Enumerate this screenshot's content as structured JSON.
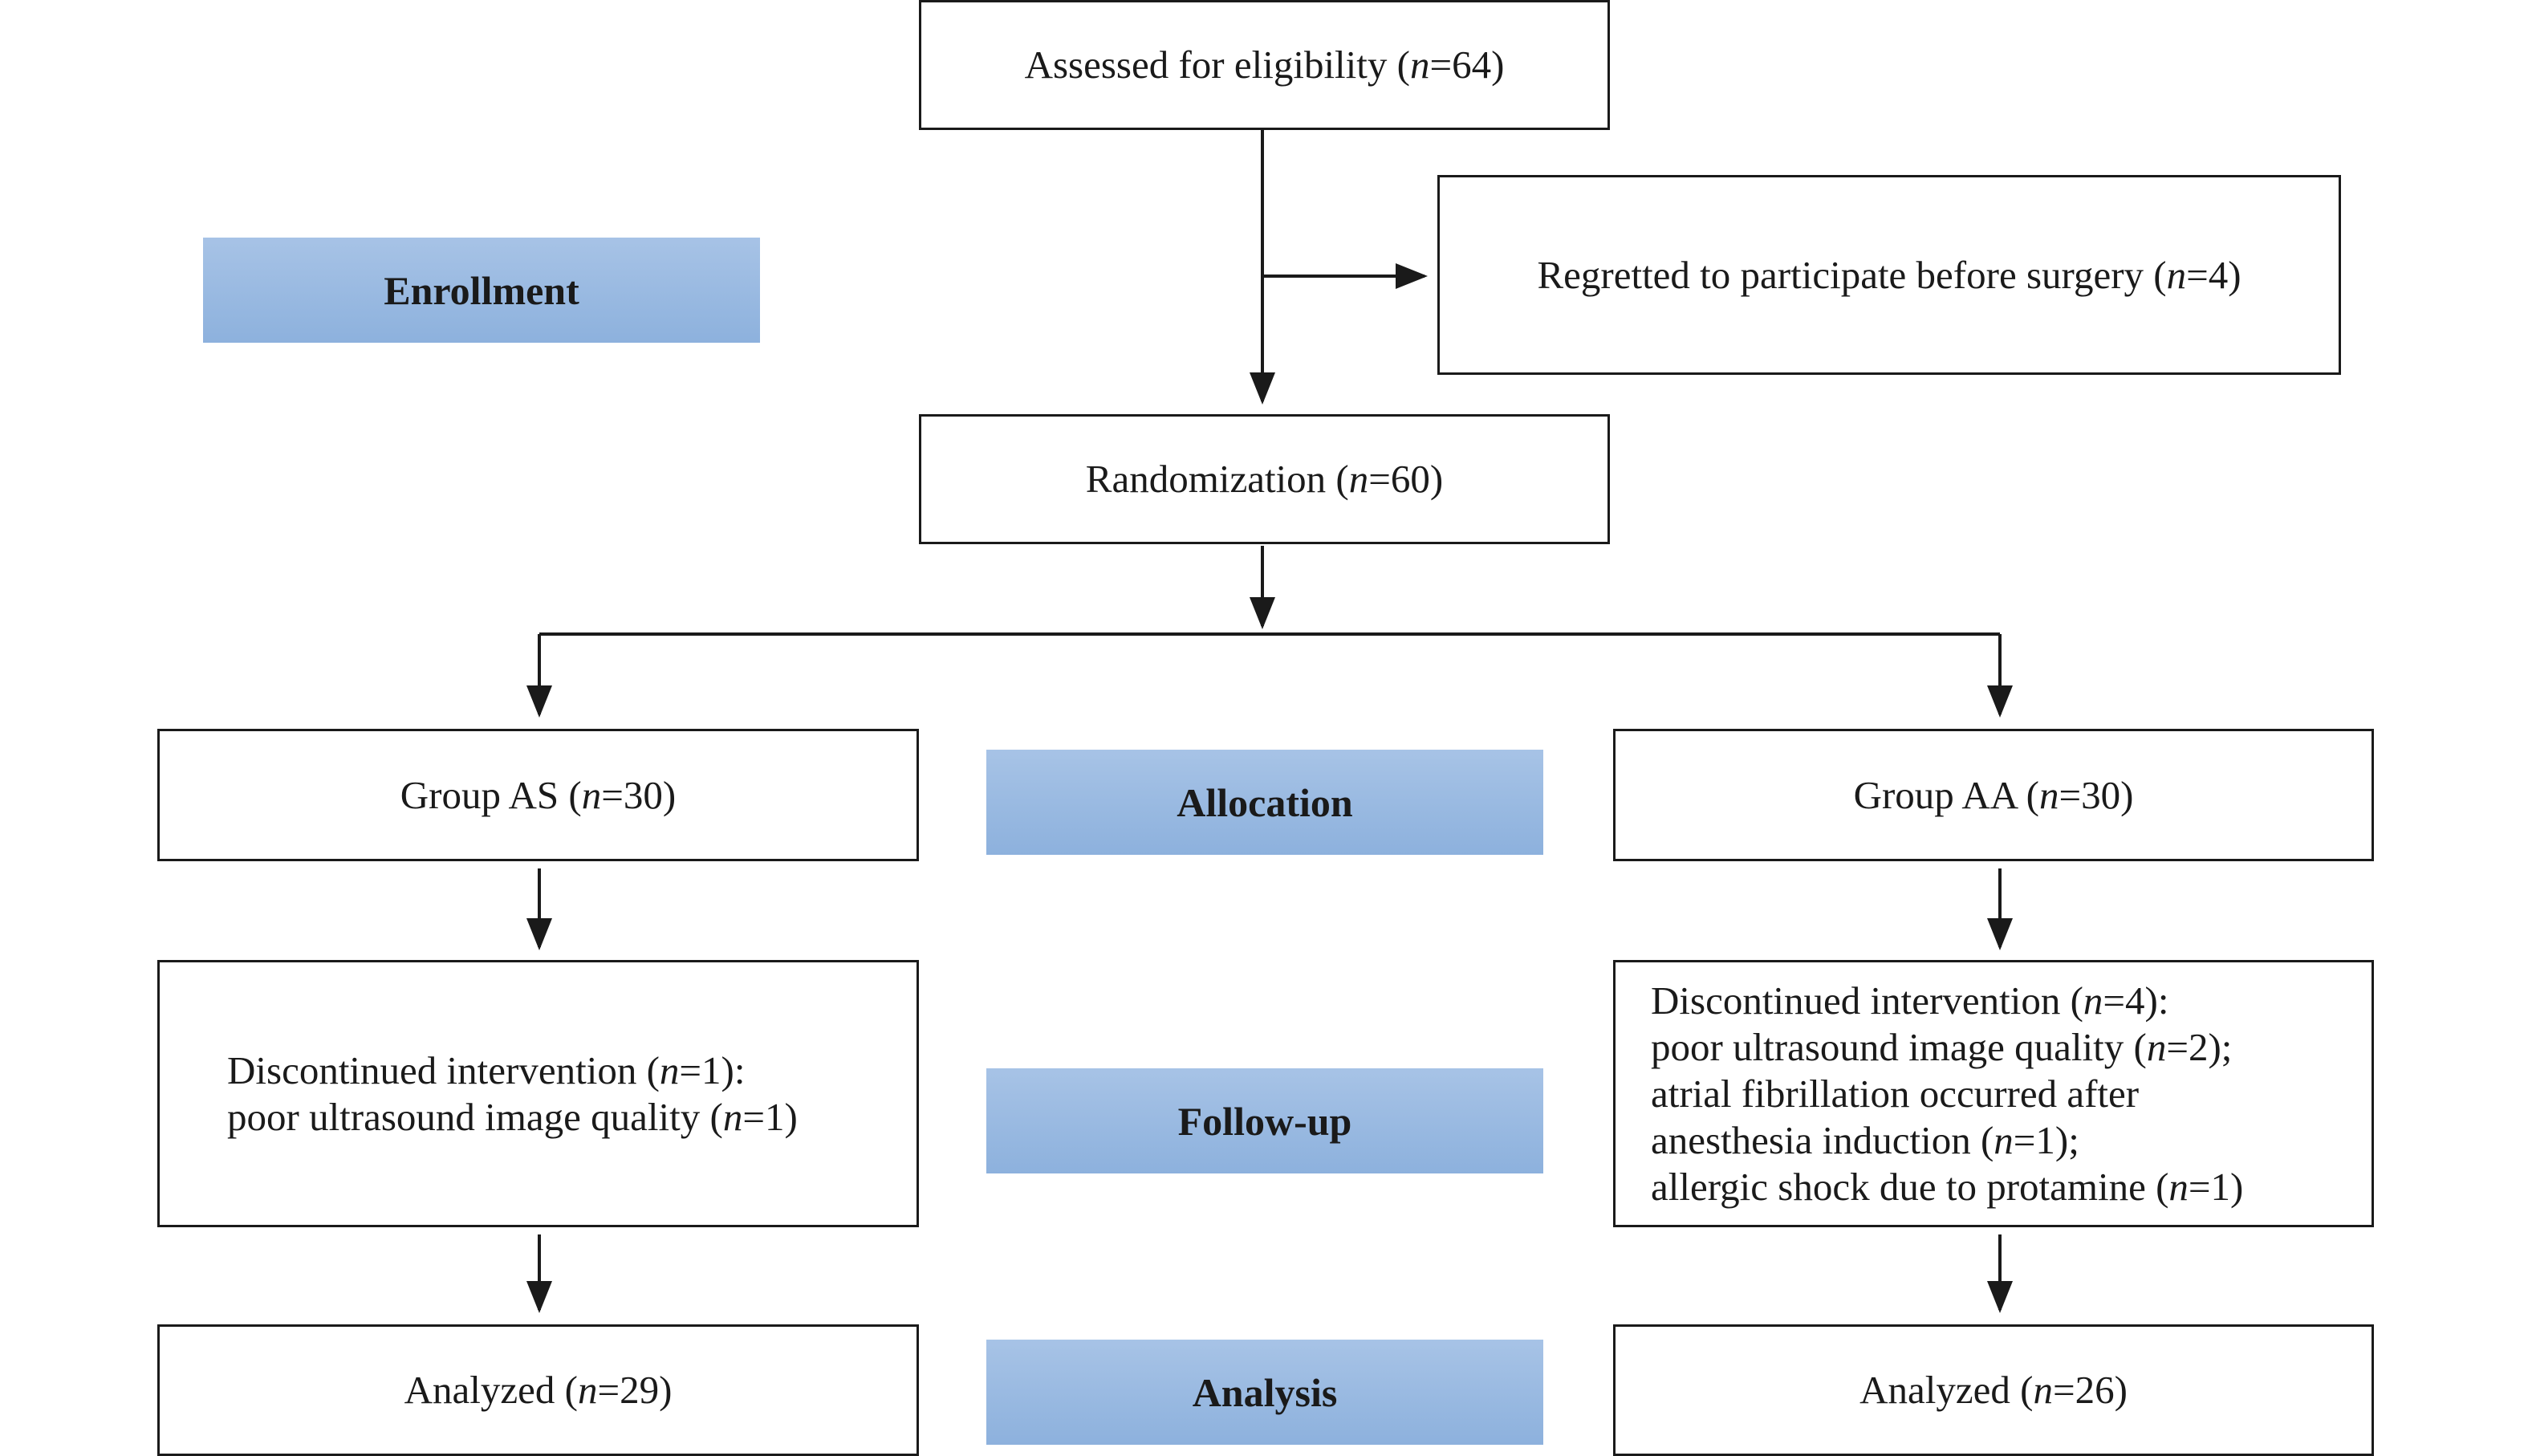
{
  "stages": {
    "enrollment": "Enrollment",
    "allocation": "Allocation",
    "follow_up": "Follow-up",
    "analysis": "Analysis"
  },
  "boxes": {
    "assessed": {
      "text": "Assessed for eligibility (",
      "n": "n",
      "rest": "=64)"
    },
    "regretted": {
      "text": "Regretted to participate before surgery (",
      "n": "n",
      "rest": "=4)"
    },
    "randomization": {
      "text": "Randomization (",
      "n": "n",
      "rest": "=60)"
    },
    "group_as": {
      "text": "Group AS (",
      "n": "n",
      "rest": "=30)"
    },
    "group_aa": {
      "text": "Group AA (",
      "n": "n",
      "rest": "=30)"
    },
    "discontinued_as": {
      "lines": [
        {
          "text": "Discontinued intervention (",
          "n": "n",
          "rest": "=1):"
        },
        {
          "text": "poor ultrasound image quality (",
          "n": "n",
          "rest": "=1)"
        }
      ]
    },
    "discontinued_aa": {
      "lines": [
        {
          "text": "Discontinued intervention (",
          "n": "n",
          "rest": "=4):"
        },
        {
          "text": "poor ultrasound image quality (",
          "n": "n",
          "rest": "=2);"
        },
        {
          "text": "atrial fibrillation occurred after",
          "n": "",
          "rest": ""
        },
        {
          "text": "anesthesia induction (",
          "n": "n",
          "rest": "=1);"
        },
        {
          "text": "allergic shock due to protamine (",
          "n": "n",
          "rest": "=1)"
        }
      ]
    },
    "analyzed_as": {
      "text": "Analyzed (",
      "n": "n",
      "rest": "=29)"
    },
    "analyzed_aa": {
      "text": "Analyzed (",
      "n": "n",
      "rest": "=26)"
    }
  },
  "colors": {
    "stage_label_top": "#a7c3e6",
    "stage_label_bottom": "#8db1dd",
    "line": "#1a1a1a"
  }
}
